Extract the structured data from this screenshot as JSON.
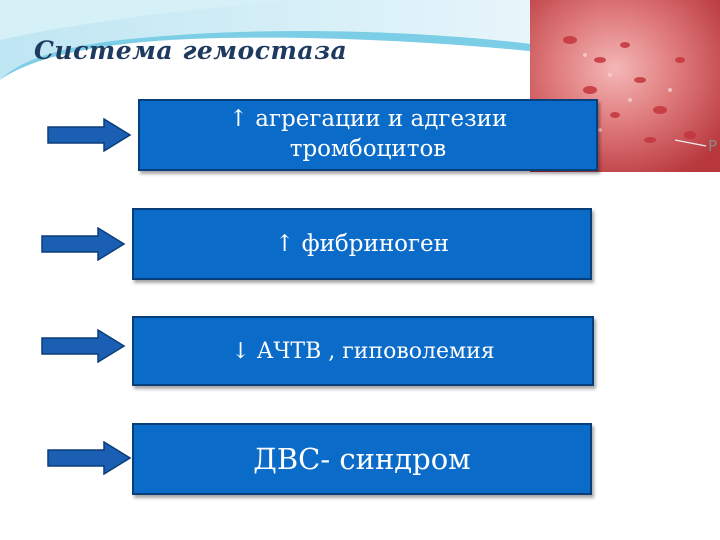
{
  "slide": {
    "title": "Система гемостаза",
    "photo_label": "Р"
  },
  "boxes": [
    {
      "line1": "↑ агрегации и адгезии",
      "line2": "тромбоцитов"
    },
    {
      "text": "↑ фибриноген"
    },
    {
      "text": "↓ АЧТВ , гиповолемия"
    },
    {
      "text": "ДВС- синдром"
    }
  ],
  "colors": {
    "box_fill": "#0b6bc8",
    "box_border": "#083f7a",
    "arrow_fill": "#1b5fb4",
    "title": "#1f3a5f",
    "photo": "#d9646a"
  },
  "icons": [
    "right-arrow-icon"
  ]
}
